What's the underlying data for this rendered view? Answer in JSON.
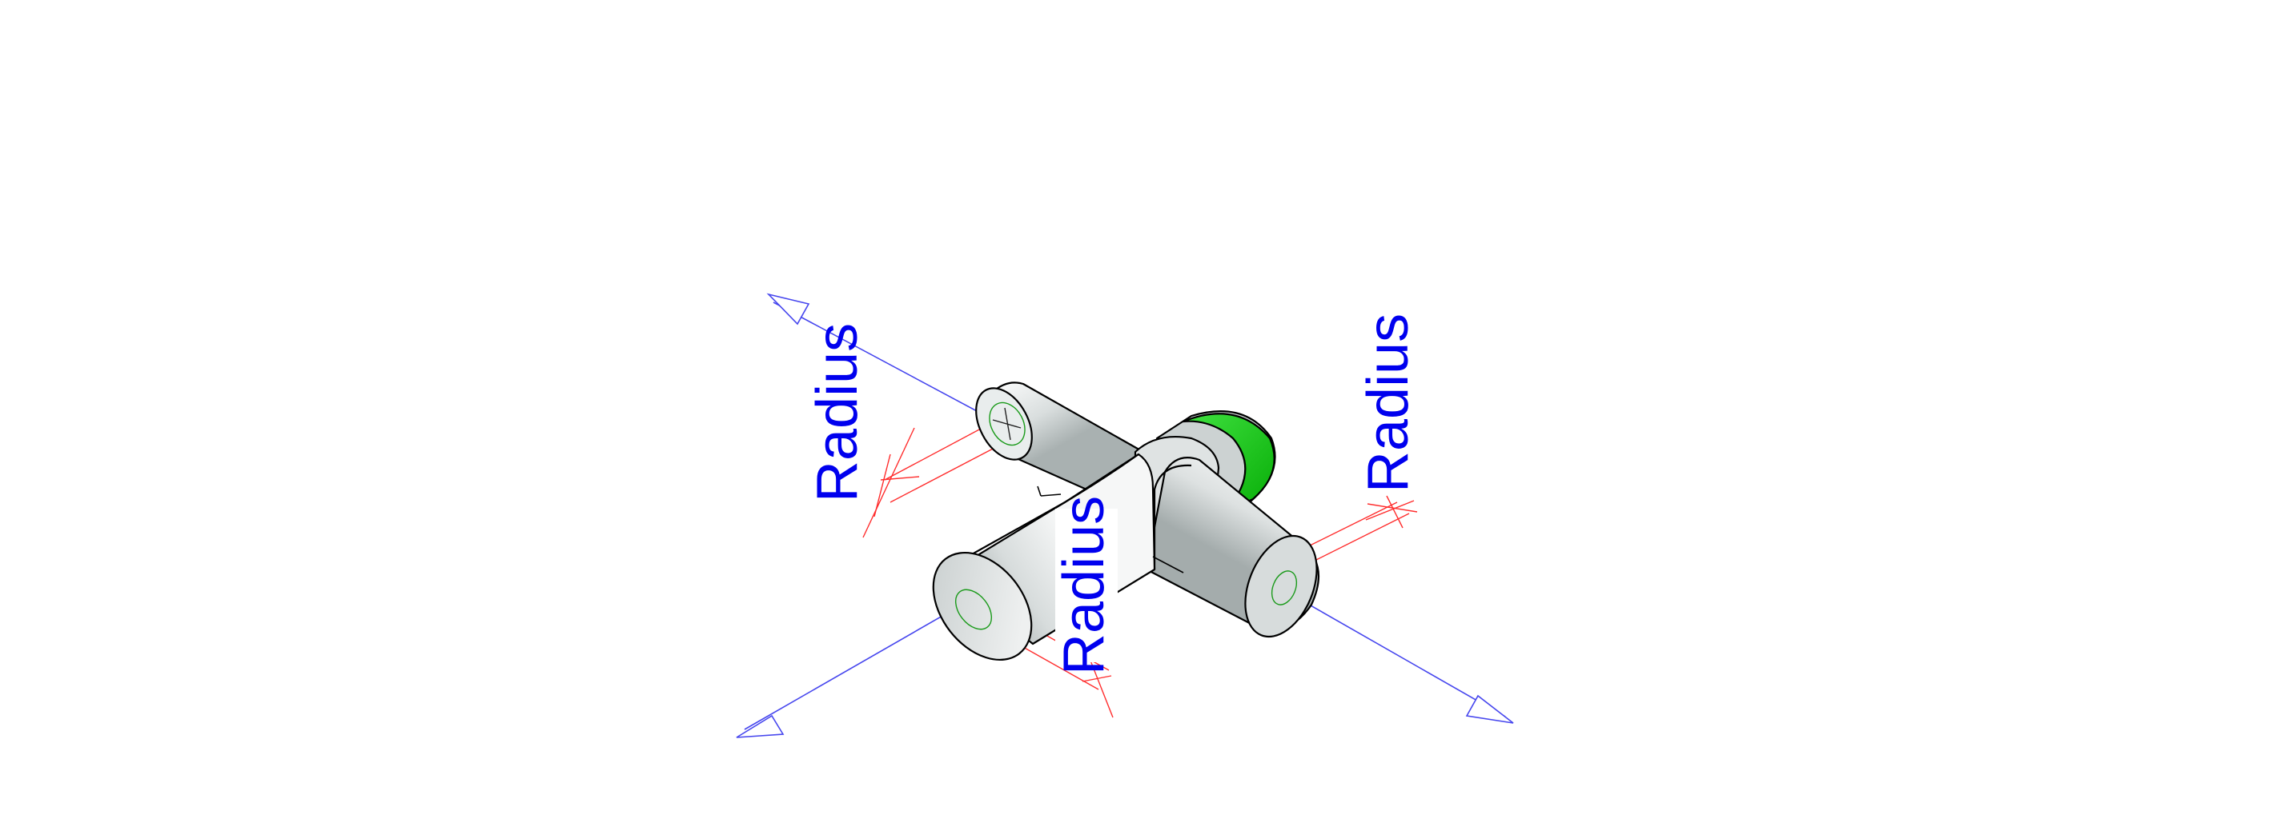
{
  "colors": {
    "background": "#ffffff",
    "body_fill": "#e2e6e6",
    "body_shade": "#aeb5b5",
    "body_light": "#f7f8f8",
    "edge": "#000000",
    "highlight_face": "#22cc22",
    "axis": "#4646ee",
    "dimension": "#ff2d2d",
    "circle_marker": "#1a9a1a",
    "label": "#0000ee"
  },
  "annotations": [
    {
      "label": "Radius"
    },
    {
      "label": "Radius"
    },
    {
      "label": "Radius"
    }
  ],
  "icons": {
    "axis_arrow": "arrow-head-icon",
    "center_marker": "circle-center-icon"
  }
}
